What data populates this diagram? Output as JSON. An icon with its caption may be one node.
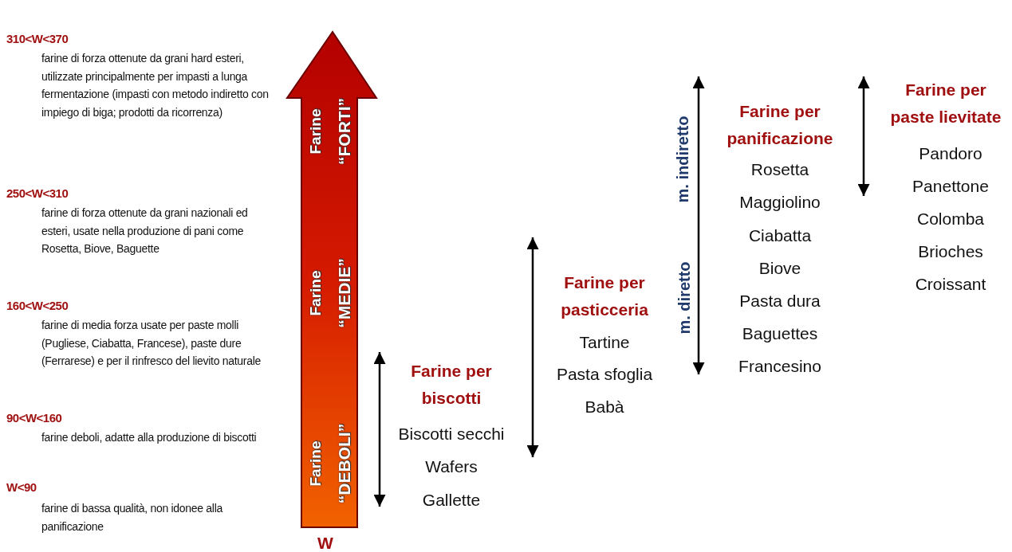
{
  "diagram": {
    "labels": [
      "310<W<370",
      "farine di forza ottenute da grani hard esteri, utilizzate principalmente per impasti a lunga fermentazione (impasti con metodo indiretto con impiego di biga; prodotti da ricorrenza)",
      "250<W<310",
      "farine di forza ottenute da grani nazionali ed esteri, usate nella produzione di pani come Rosetta, Biove, Baguette",
      "160<W<250",
      "farine di media forza usate per paste molli (Pugliese, Ciabatta, Francese), paste dure (Ferrarese) e per il rinfresco del lievito naturale",
      "90<W<160",
      "farine deboli, adatte alla produzione di biscotti",
      "W<90",
      "farine di bassa qualità, non idonee alla panificazione",
      "Farine",
      "“FORTI”",
      "Farine",
      "“MEDIE”",
      "Farine",
      "“DEBOLI”",
      "W",
      "Farine per biscotti",
      "Biscotti secchi",
      "Wafers",
      "Gallette",
      "Farine per pasticceria",
      "Tartine",
      "Pasta sfoglia",
      "Babà",
      "m. indiretto",
      "m. diretto",
      "Farine per panificazione",
      "Rosetta",
      "Maggiolino",
      "Ciabatta",
      "Biove",
      "Pasta dura",
      "Baguettes",
      "Francesino",
      "Farine per paste lievitate",
      "Pandoro",
      "Panettone",
      "Colomba",
      "Brioches",
      "Croissant"
    ]
  }
}
